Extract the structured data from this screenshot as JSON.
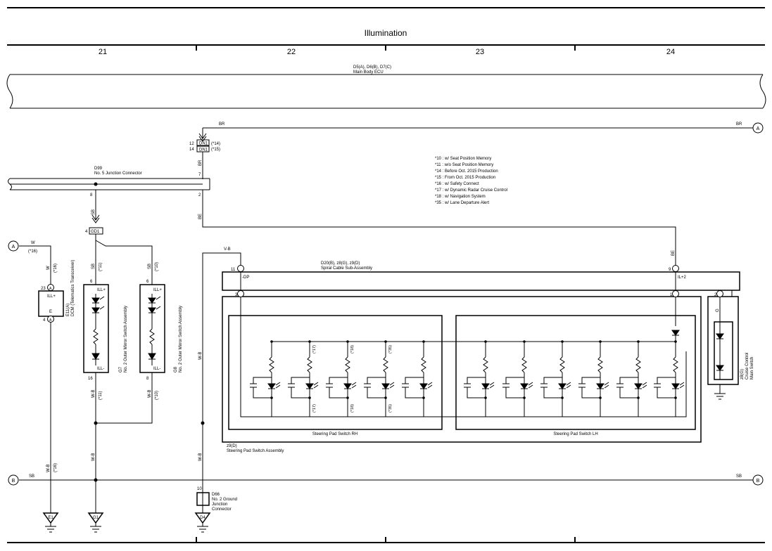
{
  "header": {
    "title": "Illumination",
    "columns": [
      "21",
      "22",
      "23",
      "24"
    ]
  },
  "ecu": {
    "label1": "D5(A), D6(B), D7(C)",
    "label2": "Main Body ECU"
  },
  "wires": {
    "br": "BR",
    "sb": "SB",
    "be": "BE",
    "w": "W",
    "vb": "V-B",
    "wb": "W-B",
    "g": "G"
  },
  "connectors": {
    "dn1a_pin": "12",
    "dn1b_pin": "14",
    "dn1": "DN1",
    "note14": "(*14)",
    "note15": "(*15)",
    "gd1_pin": "4",
    "gd1": "GD1",
    "a": "A",
    "b": "B"
  },
  "d99": {
    "id": "D99",
    "name": "No. 5 Junction Connector",
    "pin7": "7",
    "pin8": "8",
    "pin2": "2"
  },
  "notes": [
    "*10 : w/ Seat Position Memory",
    "*11 : w/o Seat Position Memory",
    "*14 : Before Oct.  2015 Production",
    "*15 : From Oct.  2015 Production",
    "*16 : w/ Safety Connect",
    "*17 : w/ Dynamic Radar Cruise Control",
    "*18 : w/ Navigation System",
    "*35 : w/ Lane Departure Alert"
  ],
  "dcm": {
    "id": "E11(A)",
    "name": "DCM (Telematics Transceiver)",
    "ill": "ILL+",
    "e": "E",
    "pin23": "23",
    "pin4": "4",
    "note16": "(*16)"
  },
  "mirror_g7": {
    "id": "G7",
    "name": "No. 2 Outer Mirror Switch Assembly",
    "pin_top": "6",
    "pin_bot": "16",
    "illp": "ILL+",
    "illm": "ILL-",
    "note": "(*11)"
  },
  "mirror_g8": {
    "id": "G8",
    "name": "No. 2 Outer Mirror Switch Assembly",
    "pin_top": "6",
    "pin_bot": "8",
    "illp": "ILL+",
    "illm": "ILL-",
    "note": "(*10)"
  },
  "spiral": {
    "label1": "D20(B), z8(G), z9(D)",
    "label2": "Spiral Cable Sub-Assembly",
    "dp": "-DP",
    "ilp": "IL+2",
    "pin11": "11",
    "pin9": "9",
    "pin3": "3",
    "pin1": "1",
    "pin2": "2"
  },
  "steering": {
    "rh": "Steering Pad Switch RH",
    "lh": "Steering Pad Switch LH",
    "id": "z9(D)",
    "name": "Steering Pad Switch Assembly",
    "n17": "(*17)",
    "n18": "(*18)",
    "n35": "(*35)"
  },
  "cruise": {
    "id": "z8(G)",
    "name1": "Cruise Control",
    "name2": "Main Switch"
  },
  "d66": {
    "pin": "10",
    "id": "D66",
    "name1": "No. 2 Ground",
    "name2": "Junction",
    "name3": "Connector"
  },
  "grounds": {
    "e1": "E1",
    "g1": "G1",
    "d4": "D4"
  }
}
